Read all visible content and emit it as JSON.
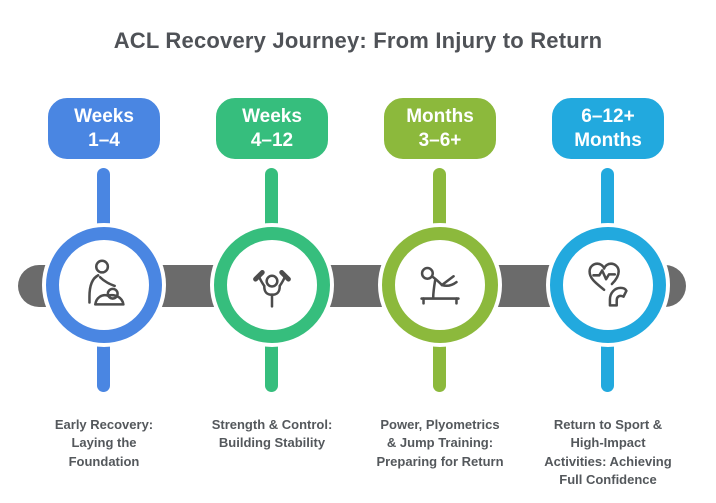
{
  "header": {
    "title": "ACL Recovery Journey: From Injury to Return"
  },
  "colors": {
    "title_text": "#4F5257",
    "timeline_bar": "#6B6B6B",
    "description_text": "#54585C",
    "icon_stroke": "#4C4C4C"
  },
  "stages": [
    {
      "period": "Weeks\n1–4",
      "color": "#4A86E2",
      "icon": "physical-therapy-icon",
      "description": "Early Recovery:\nLaying the\nFoundation"
    },
    {
      "period": "Weeks\n4–12",
      "color": "#36BE7D",
      "icon": "weightlifting-icon",
      "description": "Strength & Control:\nBuilding Stability"
    },
    {
      "period": "Months\n3–6+",
      "color": "#8CB93C",
      "icon": "jump-training-icon",
      "description": "Power, Plyometrics\n& Jump Training:\nPreparing for Return"
    },
    {
      "period": "6–12+\nMonths",
      "color": "#22A9DE",
      "icon": "heart-strength-icon",
      "description": "Return to Sport &\nHigh-Impact\nActivities: Achieving\nFull Confidence"
    }
  ]
}
